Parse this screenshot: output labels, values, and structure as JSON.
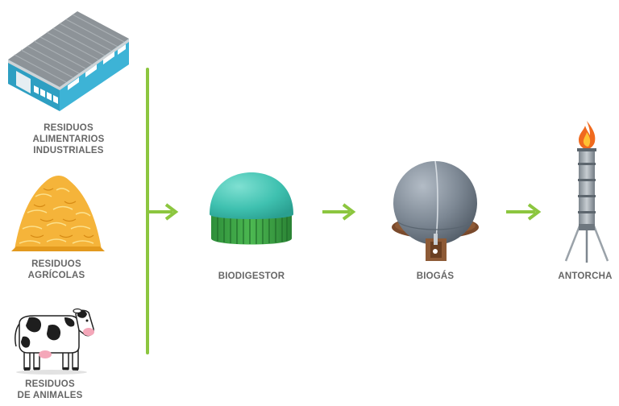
{
  "colors": {
    "arrow": "#8cc63f",
    "label": "#666666"
  },
  "sources": [
    {
      "label": "RESIDUOS\nALIMENTARIOS\nINDUSTRIALES",
      "icon": "factory-icon"
    },
    {
      "label": "RESIDUOS\nAGRÍCOLAS",
      "icon": "haystack-icon"
    },
    {
      "label": "RESIDUOS\nDE ANIMALES",
      "icon": "cow-icon"
    }
  ],
  "steps": [
    {
      "label": "BIODIGESTOR",
      "icon": "biodigester-icon"
    },
    {
      "label": "BIOGÁS",
      "icon": "gas-holder-icon"
    },
    {
      "label": "ANTORCHA",
      "icon": "flare-torch-icon"
    }
  ]
}
